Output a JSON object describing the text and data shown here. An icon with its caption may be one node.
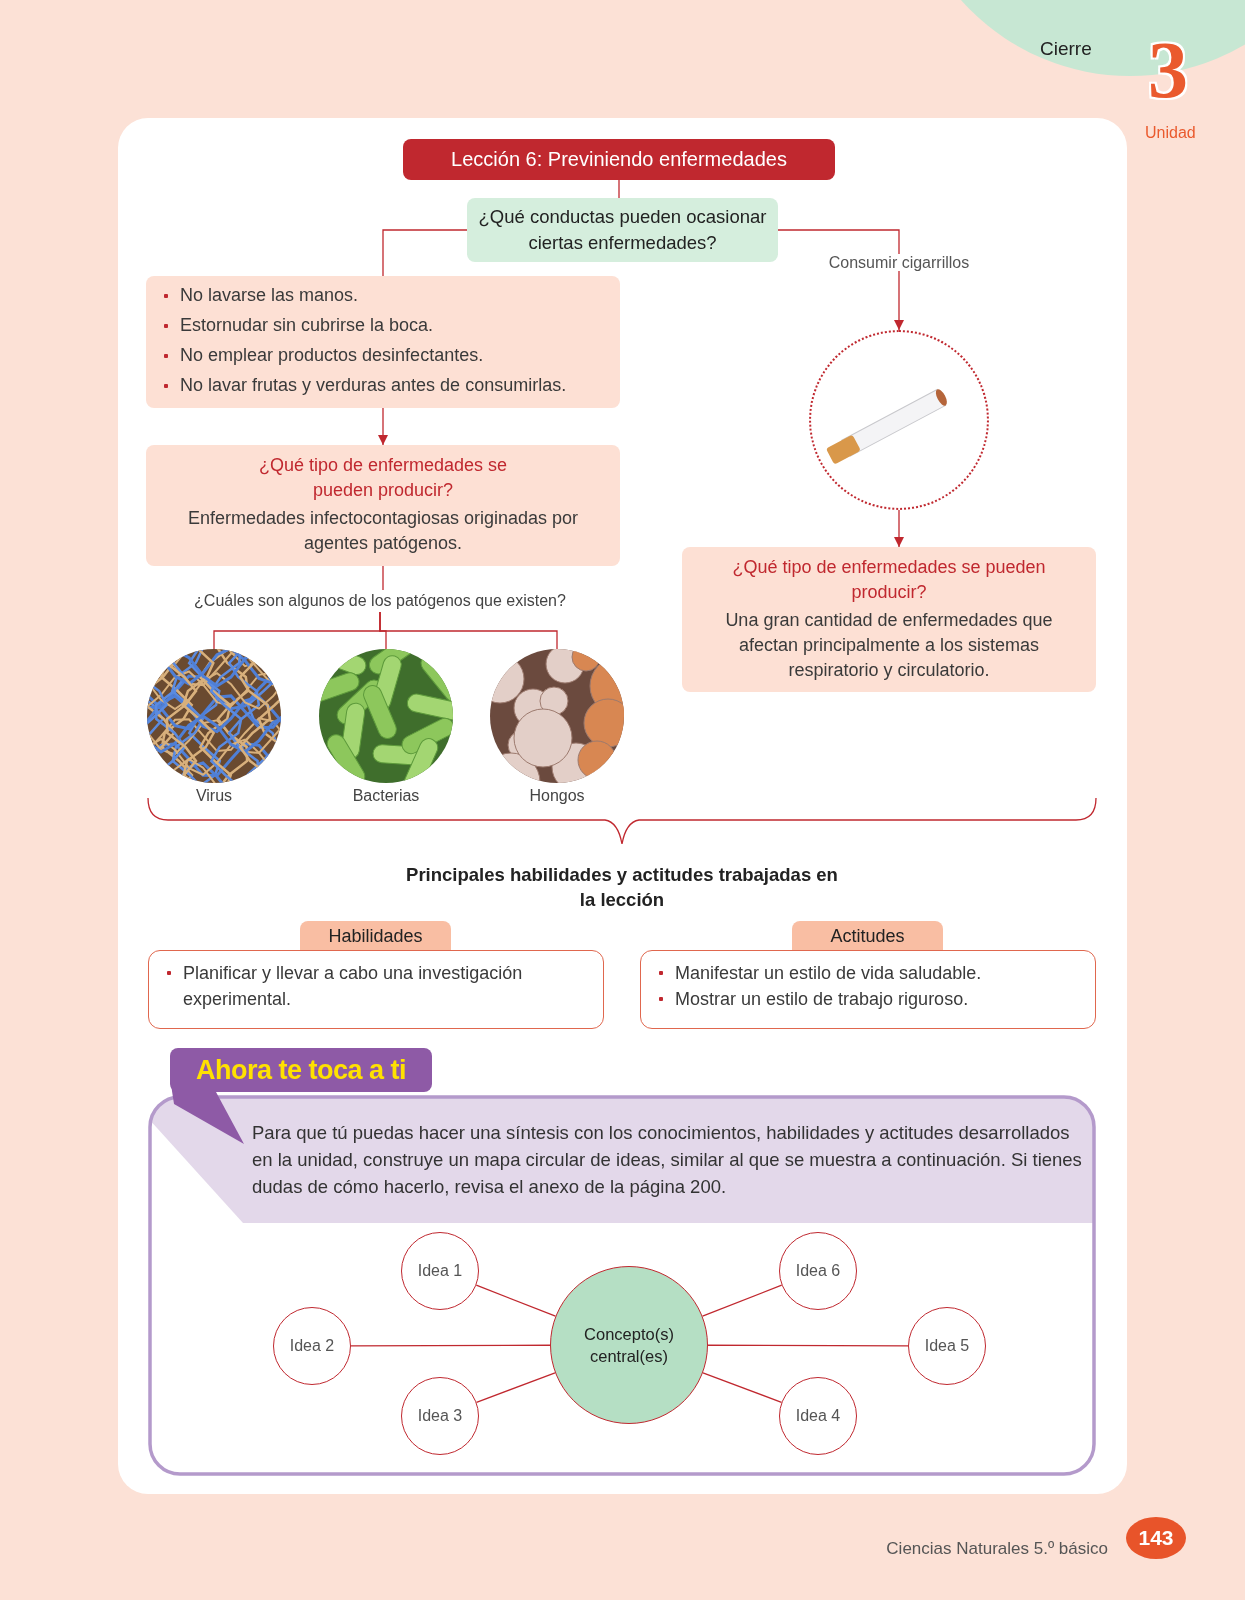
{
  "diagram": {
    "nodes": [
      {
        "text": [
          "Lección 6: Previniendo enfermedades"
        ]
      },
      {
        "text": [
          "¿Qué conductas pueden ocasionar ciertas enfermedades?"
        ]
      },
      {
        "text": [
          "No lavarse las manos.",
          "Estornudar sin cubrirse la boca.",
          "No emplear productos desinfectantes.",
          "No lavar frutas y verduras antes de consumirlas."
        ]
      },
      {
        "text": [
          "¿Qué tipo de enfermedades se pueden producir?",
          "Enfermedades infectocontagiosas originadas por agentes patógenos."
        ]
      },
      {
        "text": [
          "¿Cuáles son algunos de los patógenos que existen?"
        ]
      },
      {
        "text": [],
        "shape": "picture",
        "beside": [
          "Virus"
        ]
      },
      {
        "text": [],
        "shape": "picture",
        "beside": [
          "Bacterias"
        ]
      },
      {
        "text": [],
        "shape": "picture",
        "beside": [
          "Hongos"
        ]
      },
      {
        "text": [],
        "shape": "picture"
      },
      {
        "text": [
          "¿Qué tipo de enfermedades se pueden producir?",
          "Una gran cantidad de enfermedades que afectan principalmente a los sistemas respiratorio y circulatorio."
        ]
      },
      {
        "text": [
          "Habilidades",
          "Planificar y llevar a cabo una investigación experimental."
        ]
      },
      {
        "text": [
          "Actitudes",
          "Manifestar un estilo de vida saludable.",
          "Mostrar un estilo de trabajo riguroso."
        ]
      },
      {
        "text": [
          "Ahora te toca a ti",
          "Para que tú puedas hacer una síntesis con los conocimientos, habilidades y actitudes desarrollados en la unidad, construye un mapa circular de ideas, similar al que se muestra a continuación. Si tienes dudas de cómo hacerlo, revisa el anexo de la página 200."
        ]
      },
      {
        "text": [
          "Concepto(s) central(es)"
        ],
        "in": 12
      },
      {
        "text": [
          "Idea 1"
        ],
        "in": 12
      },
      {
        "text": [
          "Idea 2"
        ],
        "in": 12
      },
      {
        "text": [
          "Idea 3"
        ],
        "in": 12
      },
      {
        "text": [
          "Idea 4"
        ],
        "in": 12
      },
      {
        "text": [
          "Idea 5"
        ],
        "in": 12
      },
      {
        "text": [
          "Idea 6"
        ],
        "in": 12
      }
    ],
    "edges": [
      {
        "from": 0,
        "to": 1,
        "arrow": "none"
      },
      {
        "from": 1,
        "to": 2,
        "arrow": "none"
      },
      {
        "from": 1,
        "to": 8,
        "arrow": "to",
        "label": "Consumir cigarrillos"
      },
      {
        "from": 2,
        "to": 3,
        "arrow": "to"
      },
      {
        "from": 3,
        "to": 4,
        "arrow": "none"
      },
      {
        "from": 4,
        "to": 5,
        "arrow": "none"
      },
      {
        "from": 4,
        "to": 6,
        "arrow": "none"
      },
      {
        "from": 4,
        "to": 7,
        "arrow": "none"
      },
      {
        "from": 8,
        "to": 9,
        "arrow": "to"
      },
      {
        "from": 13,
        "to": 14,
        "arrow": "none"
      },
      {
        "from": 13,
        "to": 15,
        "arrow": "none"
      },
      {
        "from": 13,
        "to": 16,
        "arrow": "none"
      },
      {
        "from": 13,
        "to": 17,
        "arrow": "none"
      },
      {
        "from": 13,
        "to": 18,
        "arrow": "none"
      },
      {
        "from": 13,
        "to": 19,
        "arrow": "none"
      }
    ],
    "labels": [
      "Cierre",
      "3",
      "Unidad",
      "Principales habilidades y actitudes trabajadas en la lección",
      "Ciencias Naturales 5.º básico",
      "143"
    ]
  }
}
